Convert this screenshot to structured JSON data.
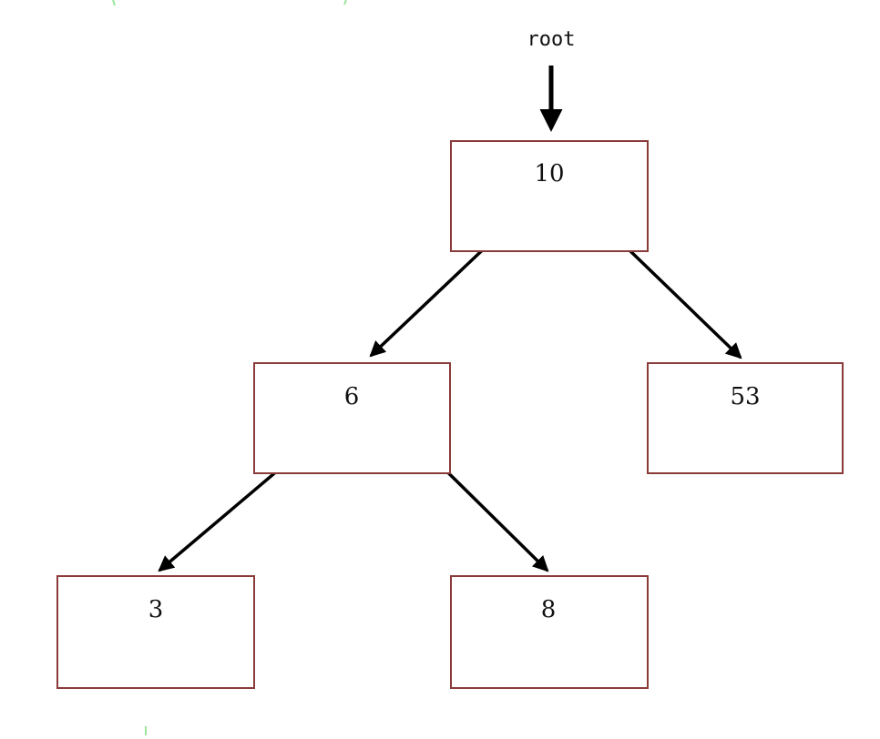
{
  "diagram": {
    "root_pointer_label": "root",
    "nodes": [
      {
        "id": "n10",
        "label": "10"
      },
      {
        "id": "n6",
        "label": "6"
      },
      {
        "id": "n53",
        "label": "53"
      },
      {
        "id": "n3",
        "label": "3"
      },
      {
        "id": "n8",
        "label": "8"
      }
    ],
    "edges": [
      {
        "from": "n10",
        "to": "n6"
      },
      {
        "from": "n10",
        "to": "n53"
      },
      {
        "from": "n6",
        "to": "n3"
      },
      {
        "from": "n6",
        "to": "n8"
      }
    ],
    "colors": {
      "node_border": "#8b3a3a",
      "arrow": "#000000",
      "background": "#ffffff"
    }
  }
}
